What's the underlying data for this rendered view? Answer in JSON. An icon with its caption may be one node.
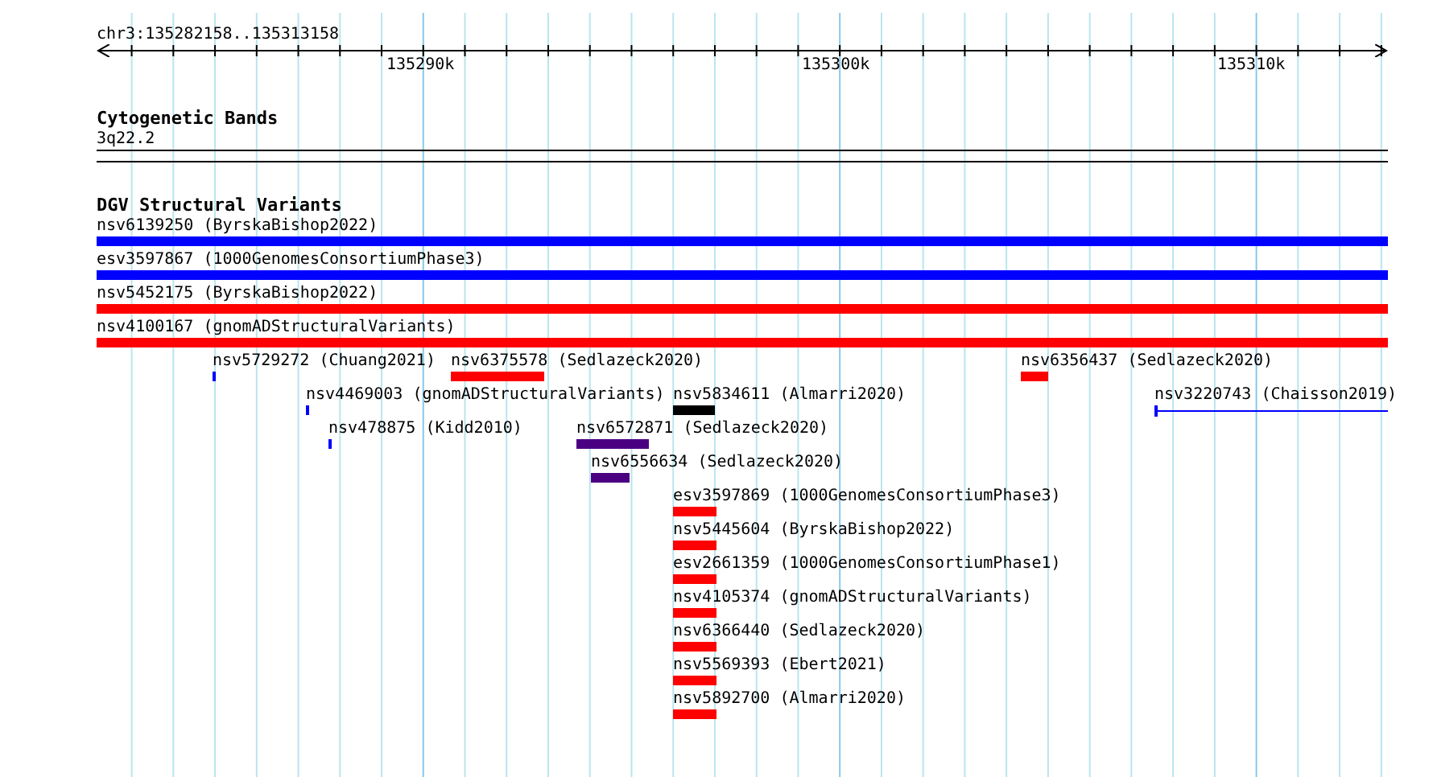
{
  "diagram": {
    "nodes": [
      {
        "text": [
          "nsv6139250 (ByrskaBishop2022)"
        ]
      },
      {
        "text": [
          "esv3597867 (1000GenomesConsortiumPhase3)"
        ]
      },
      {
        "text": [
          "nsv5452175 (ByrskaBishop2022)"
        ]
      },
      {
        "text": [
          "nsv4100167 (gnomADStructuralVariants)"
        ]
      },
      {
        "text": [
          "nsv5729272 (Chuang2021)"
        ]
      },
      {
        "text": [
          "nsv6375578 (Sedlazeck2020)"
        ]
      },
      {
        "text": [
          "nsv6356437 (Sedlazeck2020)"
        ]
      },
      {
        "text": [
          "nsv4469003 (gnomADStructuralVariants)"
        ]
      },
      {
        "text": [
          "nsv5834611 (Almarri2020)"
        ]
      },
      {
        "text": [
          "nsv3220743 (Chaisson2019)"
        ]
      },
      {
        "text": [
          "nsv478875 (Kidd2010)"
        ]
      },
      {
        "text": [
          "nsv6572871 (Sedlazeck2020)"
        ]
      },
      {
        "text": [
          "nsv6556634 (Sedlazeck2020)"
        ]
      },
      {
        "text": [
          "esv3597869 (1000GenomesConsortiumPhase3)"
        ]
      },
      {
        "text": [
          "nsv5445604 (ByrskaBishop2022)"
        ]
      },
      {
        "text": [
          "esv2661359 (1000GenomesConsortiumPhase1)"
        ]
      },
      {
        "text": [
          "nsv4105374 (gnomADStructuralVariants)"
        ]
      },
      {
        "text": [
          "nsv6366440 (Sedlazeck2020)"
        ]
      },
      {
        "text": [
          "nsv5569393 (Ebert2021)"
        ]
      },
      {
        "text": [
          "nsv5892700 (Almarri2020)"
        ]
      }
    ],
    "edges": [],
    "labels": [
      "chr3:135282158..135313158",
      "135290k",
      "135300k",
      "135310k",
      "Cytogenetic Bands",
      "3q22.2",
      "DGV Structural Variants"
    ]
  }
}
